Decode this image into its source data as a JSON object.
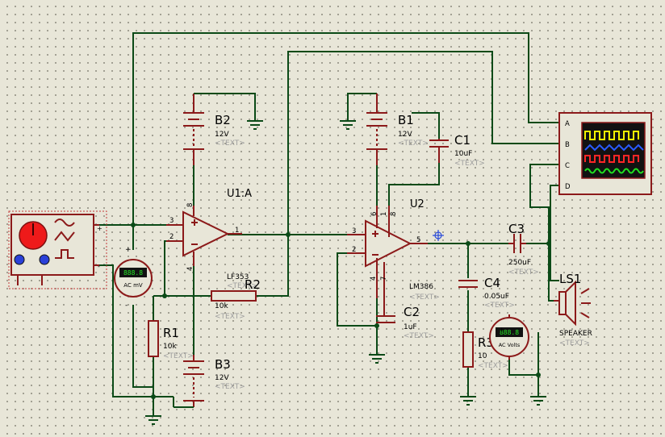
{
  "opamp_u1a": {
    "ref": "U1:A",
    "part": "LF353",
    "text_placeholder": "<TEXT>",
    "pin_in_plus": "3",
    "pin_in_minus": "2",
    "pin_out": "1",
    "pin_vplus": "8",
    "pin_vminus": "4"
  },
  "opamp_u2": {
    "ref": "U2",
    "part": "LM386",
    "text_placeholder": "<TEXT>",
    "pin_in_plus": "3",
    "pin_in_minus": "2",
    "pin_out": "5",
    "pin_vplus": "6",
    "pin_bypass": "8",
    "pin_gnd": "4",
    "pin_7": "7",
    "pin_1": "1"
  },
  "battery_b1": {
    "ref": "B1",
    "value": "12V",
    "text_placeholder": "<TEXT>"
  },
  "battery_b2": {
    "ref": "B2",
    "value": "12V",
    "text_placeholder": "<TEXT>"
  },
  "battery_b3": {
    "ref": "B3",
    "value": "12V",
    "text_placeholder": "<TEXT>"
  },
  "capacitor_c1": {
    "ref": "C1",
    "value": "10uF",
    "text_placeholder": "<TEXT>"
  },
  "capacitor_c2": {
    "ref": "C2",
    "value": "1uF",
    "text_placeholder": "<TEXT>"
  },
  "capacitor_c3": {
    "ref": "C3",
    "value": "250uF",
    "text_placeholder": "<TEXT>"
  },
  "capacitor_c4": {
    "ref": "C4",
    "value": "0.05uF",
    "text_placeholder": "<TEXT>"
  },
  "resistor_r1": {
    "ref": "R1",
    "value": "10k",
    "text_placeholder": "<TEXT>"
  },
  "resistor_r2": {
    "ref": "R2",
    "value": "10k",
    "text_placeholder": "<TEXT>"
  },
  "resistor_r3": {
    "ref": "R3",
    "value": "10",
    "text_placeholder": "<TEXT>"
  },
  "speaker_ls1": {
    "ref": "LS1",
    "part": "SPEAKER",
    "text_placeholder": "<TEXT>"
  },
  "oscilloscope": {
    "channels": [
      "A",
      "B",
      "C",
      "D"
    ],
    "trace_colors": [
      "#f3f300",
      "#2a5bff",
      "#ff2626",
      "#21e021"
    ]
  },
  "voltmeter_ac_mv": {
    "display": "888.8",
    "label": "AC mV"
  },
  "voltmeter_ac_volts": {
    "display": "888.8",
    "label": "AC Volts"
  },
  "signal_generator": {
    "plus_sign": "+",
    "minus_sign": "-"
  },
  "colors": {
    "wire": "#0b4a17",
    "component": "#8c1a1a",
    "background": "#e8e6d8"
  }
}
